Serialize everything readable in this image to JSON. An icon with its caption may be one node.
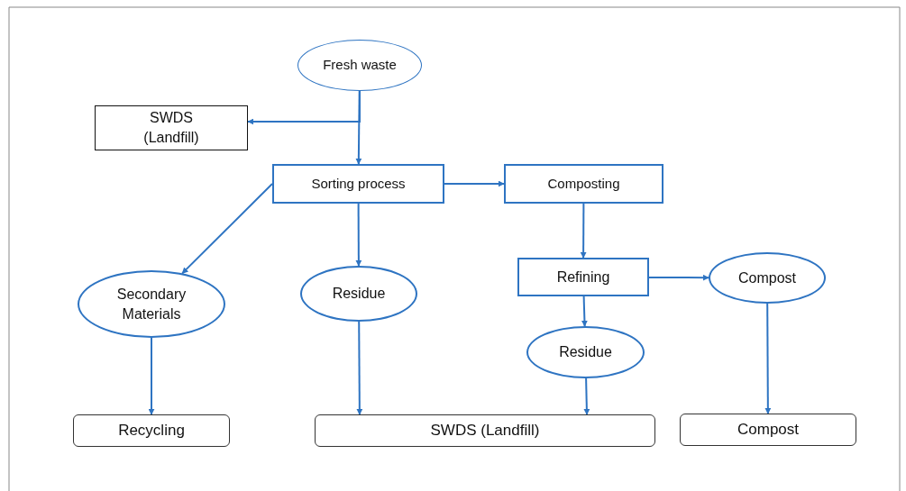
{
  "diagram": {
    "nodes": [
      {
        "text": [
          "Fresh waste"
        ]
      },
      {
        "text": [
          "SWDS (Landfill)"
        ]
      },
      {
        "text": [
          "Sorting process"
        ]
      },
      {
        "text": [
          "Composting"
        ]
      },
      {
        "text": [
          "Secondary Materials"
        ]
      },
      {
        "text": [
          "Residue"
        ]
      },
      {
        "text": [
          "Refining"
        ]
      },
      {
        "text": [
          "Compost"
        ]
      },
      {
        "text": [
          "Residue"
        ]
      },
      {
        "text": [
          "Recycling"
        ]
      },
      {
        "text": [
          "SWDS (Landfill)"
        ]
      },
      {
        "text": [
          "Compost"
        ]
      }
    ],
    "edges": [
      {
        "from": 0,
        "to": 2,
        "arrow": "to"
      },
      {
        "from": 0,
        "to": 1,
        "arrow": "to"
      },
      {
        "from": 2,
        "to": 3,
        "arrow": "to"
      },
      {
        "from": 2,
        "to": 4,
        "arrow": "to"
      },
      {
        "from": 2,
        "to": 5,
        "arrow": "to"
      },
      {
        "from": 3,
        "to": 6,
        "arrow": "to"
      },
      {
        "from": 6,
        "to": 7,
        "arrow": "to"
      },
      {
        "from": 6,
        "to": 8,
        "arrow": "to"
      },
      {
        "from": 4,
        "to": 9,
        "arrow": "to"
      },
      {
        "from": 5,
        "to": 10,
        "arrow": "to"
      },
      {
        "from": 8,
        "to": 10,
        "arrow": "to"
      },
      {
        "from": 7,
        "to": 11,
        "arrow": "to"
      }
    ]
  }
}
